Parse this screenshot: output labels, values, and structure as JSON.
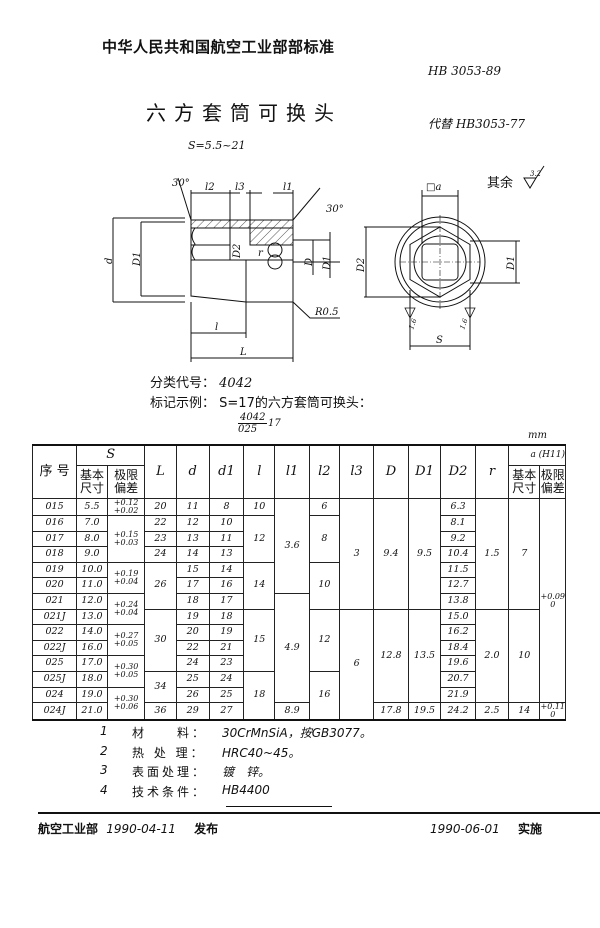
{
  "header": {
    "organization": "中华人民共和国航空工业部部标准",
    "standard_code": "HB 3053-89",
    "title": "六方套筒可换头",
    "replaces": "代替 HB3053-77",
    "size_range": "S=5.5~21"
  },
  "drawing": {
    "labels": {
      "angle_left": "30°",
      "l2": "l2",
      "l3": "l3",
      "l1": "l1",
      "angle_right": "30°",
      "d": "d",
      "D1_side": "D1",
      "D2_side": "D2",
      "r": "r",
      "D": "D",
      "Di": "D1",
      "R05": "R0.5",
      "l": "l",
      "L": "L",
      "a": "□a",
      "D2_end": "D2",
      "D1_end": "D1",
      "S": "S",
      "roughness_16a": "1.6",
      "roughness_16b": "1.6",
      "other": "其余",
      "roughness_main": "3.2"
    }
  },
  "classification": {
    "label": "分类代号：",
    "value": "4042"
  },
  "marking": {
    "label": "标记示例：",
    "text": "S=17的六方套筒可换头：",
    "numerator": "4042",
    "denominator": "025",
    "suffix": "17"
  },
  "unit": "mm",
  "table": {
    "headers": {
      "no": "序 号",
      "S": "S",
      "basic": "基本\n尺寸",
      "deviation": "极限\n偏差",
      "L": "L",
      "d": "d",
      "d1": "d1",
      "l": "l",
      "l1": "l1",
      "l2": "l2",
      "l3": "l3",
      "D": "D",
      "D1": "D1",
      "D2": "D2",
      "r": "r",
      "a": "a (H11)",
      "a_basic": "基本\n尺寸",
      "a_deviation": "极限\n偏差"
    },
    "rows": [
      [
        "015",
        "5.5",
        "+0.12\n+0.02",
        "20",
        "11",
        "8",
        "10",
        "3.6",
        "6",
        "3",
        "9.4",
        "9.5",
        "6.3",
        "1.5",
        "7",
        "+0.09\n0"
      ],
      [
        "016",
        "7.0",
        "+0.15\n+0.03",
        "22",
        "12",
        "10",
        "12",
        null,
        "8",
        null,
        null,
        null,
        "8.1",
        null,
        null,
        null
      ],
      [
        "017",
        "8.0",
        null,
        "23",
        "13",
        "11",
        null,
        null,
        null,
        null,
        null,
        null,
        "9.2",
        null,
        null,
        null
      ],
      [
        "018",
        "9.0",
        null,
        "24",
        "14",
        "13",
        null,
        null,
        null,
        null,
        null,
        null,
        "10.4",
        null,
        null,
        null
      ],
      [
        "019",
        "10.0",
        "+0.19\n+0.04",
        "26",
        "15",
        "14",
        "14",
        null,
        "10",
        null,
        null,
        null,
        "11.5",
        null,
        null,
        null
      ],
      [
        "020",
        "11.0",
        null,
        null,
        "17",
        "16",
        null,
        null,
        null,
        null,
        null,
        null,
        "12.7",
        null,
        null,
        null
      ],
      [
        "021",
        "12.0",
        "+0.24\n+0.04",
        null,
        "18",
        "17",
        null,
        "4.9",
        null,
        null,
        null,
        null,
        "13.8",
        null,
        null,
        null
      ],
      [
        "021J",
        "13.0",
        null,
        "30",
        "19",
        "18",
        "15",
        null,
        "12",
        "6",
        "12.8",
        "13.5",
        "15.0",
        "2.0",
        "10",
        null
      ],
      [
        "022",
        "14.0",
        "+0.27\n+0.05",
        null,
        "20",
        "19",
        null,
        null,
        null,
        null,
        null,
        null,
        "16.2",
        null,
        null,
        null
      ],
      [
        "022J",
        "16.0",
        null,
        null,
        "22",
        "21",
        null,
        null,
        null,
        null,
        null,
        null,
        "18.4",
        null,
        null,
        null
      ],
      [
        "025",
        "17.0",
        "+0.30\n+0.05",
        null,
        "24",
        "23",
        null,
        null,
        null,
        null,
        null,
        null,
        "19.6",
        null,
        null,
        null
      ],
      [
        "025J",
        "18.0",
        null,
        "34",
        "25",
        "24",
        "18",
        null,
        "16",
        null,
        null,
        null,
        "20.7",
        null,
        null,
        null
      ],
      [
        "024",
        "19.0",
        "+0.30\n+0.06",
        null,
        "26",
        "25",
        null,
        null,
        null,
        null,
        null,
        null,
        "21.9",
        null,
        null,
        null
      ],
      [
        "024J",
        "21.0",
        null,
        "36",
        "29",
        "27",
        null,
        "8.9",
        null,
        null,
        "17.8",
        "19.5",
        "24.2",
        "2.5",
        "14",
        "+0.11\n0"
      ]
    ]
  },
  "notes": [
    {
      "num": "1",
      "key": "材　　料：",
      "value": "30CrMnSiA，按GB3077。"
    },
    {
      "num": "2",
      "key": "热 处 理：",
      "value": "HRC40~45。"
    },
    {
      "num": "3",
      "key": "表面处理：",
      "value": "镀　锌。"
    },
    {
      "num": "4",
      "key": "技术条件：",
      "value": "HB4400"
    }
  ],
  "footer": {
    "issuer": "航空工业部",
    "issue_date": "1990-04-11",
    "issue_label": "发布",
    "effective_date": "1990-06-01",
    "effective_label": "实施"
  }
}
